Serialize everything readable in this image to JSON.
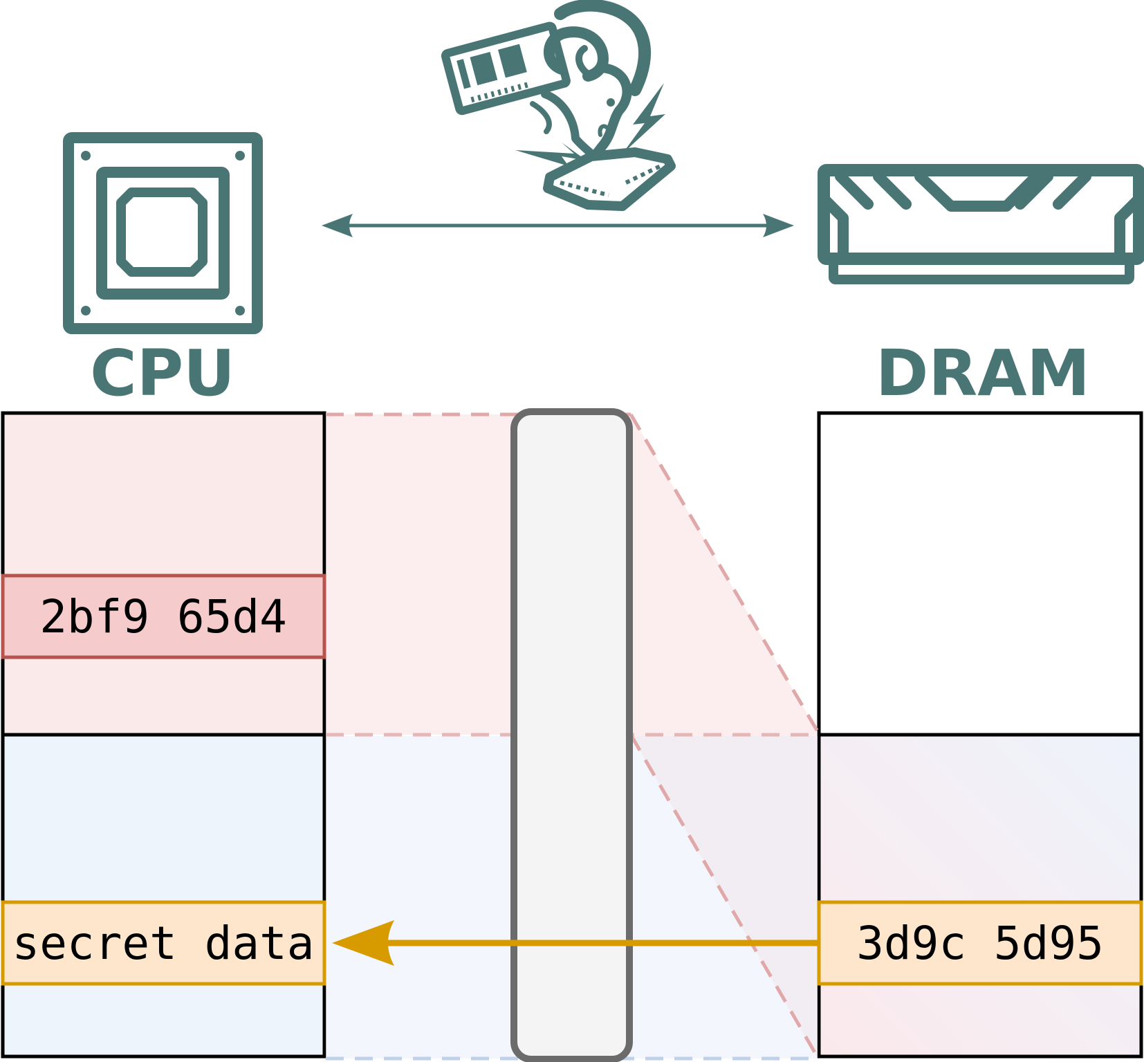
{
  "labels": {
    "cpu": "CPU",
    "dram": "DRAM"
  },
  "icons": {
    "cpu": "cpu-chip-icon",
    "dram": "dram-module-icon",
    "attacker": "ram-with-memory-module-icon",
    "link": "bidirectional-arrow-icon"
  },
  "cpu_block": {
    "encrypted_value": "2bf9 65d4",
    "decrypted_value": "secret data"
  },
  "dram_block": {
    "stored_value": "3d9c 5d95"
  },
  "colors": {
    "icon": "#497575",
    "upper_region": "#fbeaea",
    "lower_region": "#eef4fc",
    "red_box_fill": "#f6cbcb",
    "red_box_border": "#b85450",
    "orange_box_fill": "#fee6cc",
    "orange_box_border": "#d79b00",
    "arrow": "#d79b00",
    "bus": "#6b6b6b",
    "bus_fill": "#f4f4f4"
  }
}
